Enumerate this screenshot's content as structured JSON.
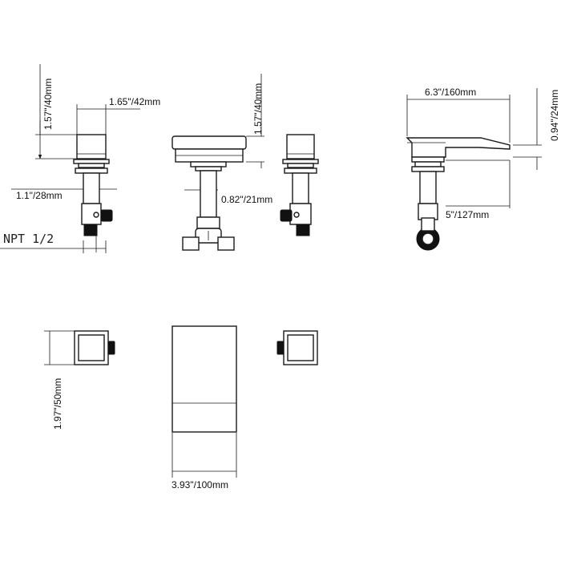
{
  "dimensions": {
    "handle_height": "1.57\"/40mm",
    "handle_width": "1.65\"/42mm",
    "valve_body": "1.1\"/28mm",
    "thread": "NPT 1/2",
    "spout_height": "1.57\"/40mm",
    "spout_shank": "0.82\"/21mm",
    "spout_reach": "6.3\"/160mm",
    "spout_lip": "0.94\"/24mm",
    "spout_depth": "5\"/127mm",
    "handle_plan": "1.97\"/50mm",
    "spout_plan_width": "3.93\"/100mm"
  }
}
